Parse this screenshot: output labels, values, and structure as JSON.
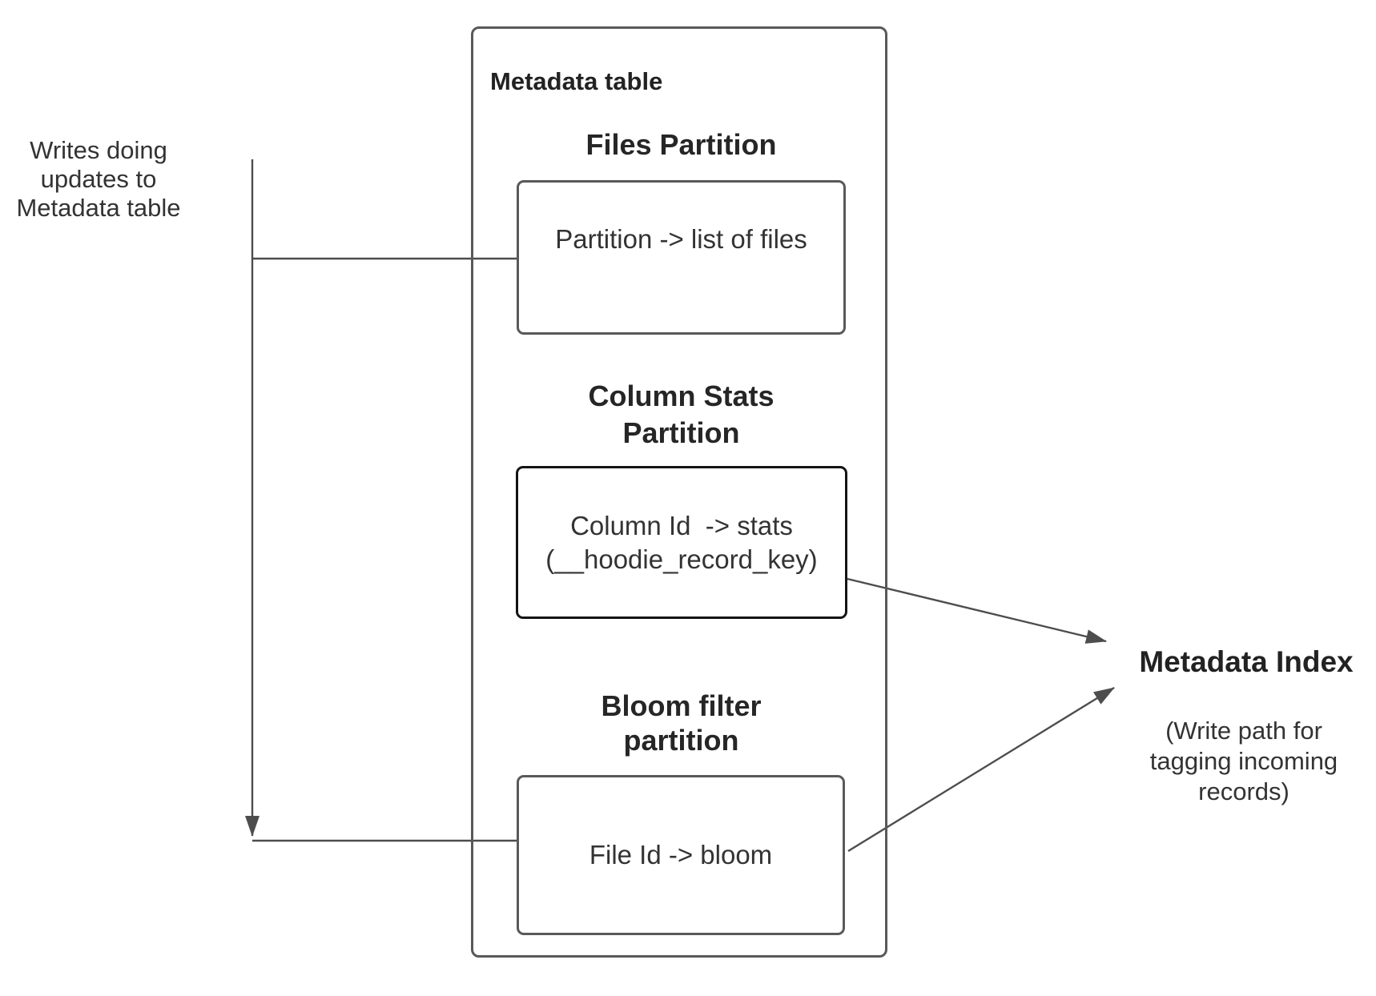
{
  "colors": {
    "line": "#4d4d4d",
    "box_border": "#595959",
    "emphasis_border": "#141414",
    "text": "#333333"
  },
  "left_note": {
    "text": "Writes doing\nupdates to\nMetadata table"
  },
  "metadata_table": {
    "title": "Metadata table",
    "files_partition": {
      "heading": "Files Partition",
      "box_text": "Partition -> list of files"
    },
    "column_stats_partition": {
      "heading": "Column Stats\nPartition",
      "box_text": "Column Id  -> stats\n(__hoodie_record_key)"
    },
    "bloom_filter_partition": {
      "heading": "Bloom filter\npartition",
      "box_text": "File Id -> bloom"
    }
  },
  "metadata_index": {
    "title": "Metadata Index",
    "subtitle": "(Write path for\ntagging incoming\nrecords)"
  }
}
